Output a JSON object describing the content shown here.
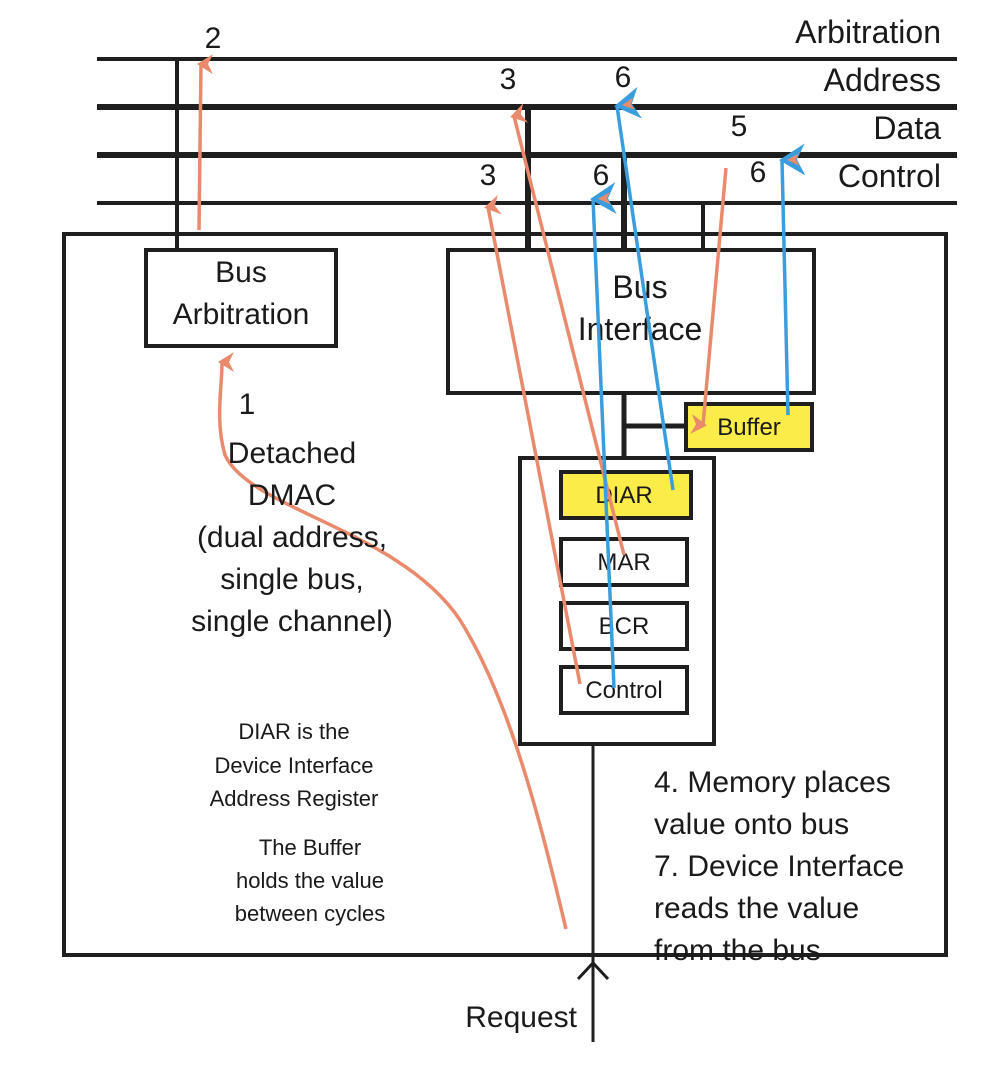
{
  "colors": {
    "orange_arrow": "#e98a6c",
    "blue_arrow": "#3a9ede",
    "highlight_fill": "#fcec4a",
    "line": "#1f1f1f"
  },
  "buses": [
    {
      "label": "Arbitration"
    },
    {
      "label": "Address"
    },
    {
      "label": "Data"
    },
    {
      "label": "Control"
    }
  ],
  "blocks": {
    "bus_arbitration": {
      "line1": "Bus",
      "line2": "Arbitration"
    },
    "bus_interface": {
      "line1": "Bus",
      "line2": "Interface"
    },
    "buffer": "Buffer",
    "registers": [
      "DIAR",
      "MAR",
      "BCR",
      "Control"
    ]
  },
  "step_labels": {
    "s1": "1",
    "s2": "2",
    "s3_address": "3",
    "s3_control": "3",
    "s5": "5",
    "s6_address": "6",
    "s6_control_a": "6",
    "s6_control_b": "6"
  },
  "title": {
    "lines": [
      "Detached",
      "DMAC",
      "(dual address,",
      "single bus,",
      "single channel)"
    ]
  },
  "notes": {
    "diar": [
      "DIAR is the",
      "Device Interface",
      "Address Register"
    ],
    "buffer": [
      "The Buffer",
      "holds the value",
      "between cycles"
    ],
    "steps": [
      "4. Memory places",
      "value onto bus",
      "7. Device Interface",
      "reads the value",
      "from the bus"
    ]
  },
  "request_label": "Request"
}
